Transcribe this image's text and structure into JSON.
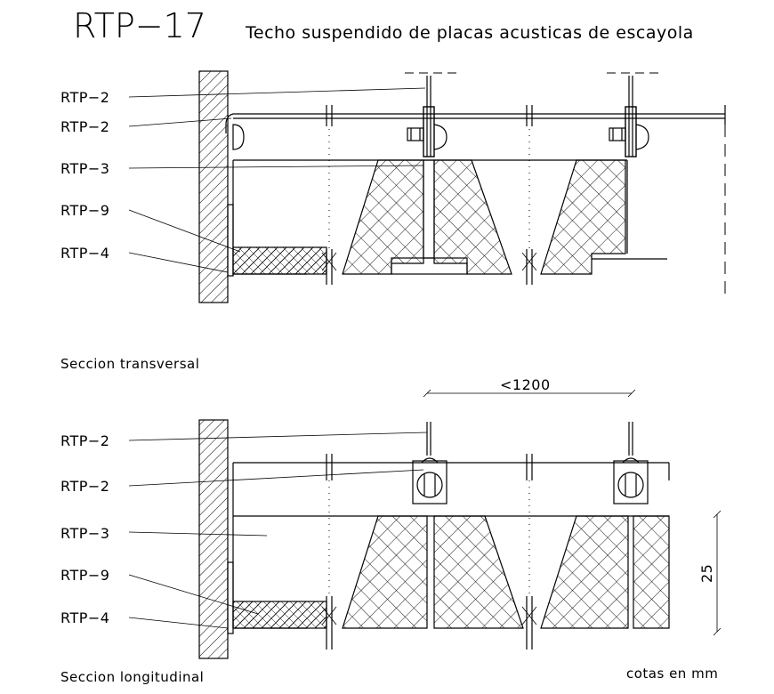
{
  "drawing": {
    "code": "RTP−17",
    "description": "Techo suspendido de placas acusticas de escayola",
    "units_note": "cotas en mm"
  },
  "section_transversal": {
    "caption": "Seccion transversal",
    "labels": [
      "RTP−2",
      "RTP−2",
      "RTP−3",
      "RTP−9",
      "RTP−4"
    ]
  },
  "section_longitudinal": {
    "caption": "Seccion longitudinal",
    "labels": [
      "RTP−2",
      "RTP−2",
      "RTP−3",
      "RTP−9",
      "RTP−4"
    ],
    "dim_spacing": "<1200",
    "dim_thickness": "25"
  }
}
